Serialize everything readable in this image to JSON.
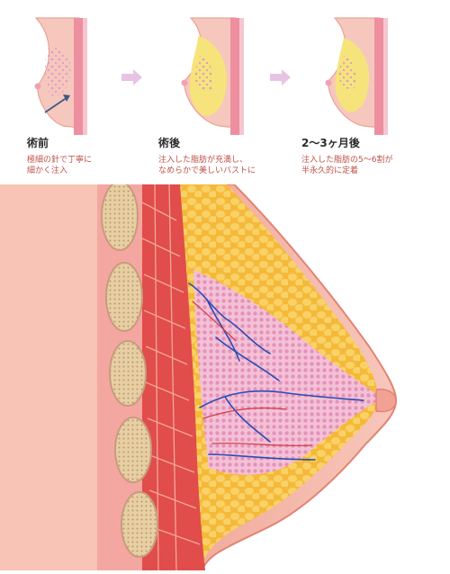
{
  "steps": [
    {
      "heading": "術前",
      "desc": "極細の針で丁寧に\n細かく注入"
    },
    {
      "heading": "術後",
      "desc": "注入した脂肪が充満し、\nなめらかで美しいバストに"
    },
    {
      "heading": "2〜3ヶ月後",
      "desc": "注入した脂肪の5〜6割が\n半永久的に定着"
    }
  ],
  "colors": {
    "skin": "#f2b7ab",
    "skin_dark": "#e38373",
    "fat": "#f7e37c",
    "fat_orange": "#f5b93a",
    "muscle": "#e04d4a",
    "rib": "#e8cfa3",
    "gland": "#e894c4",
    "vein": "#2a4bb5",
    "arrow": "#e8c4e4",
    "text_red": "#c0524b"
  }
}
